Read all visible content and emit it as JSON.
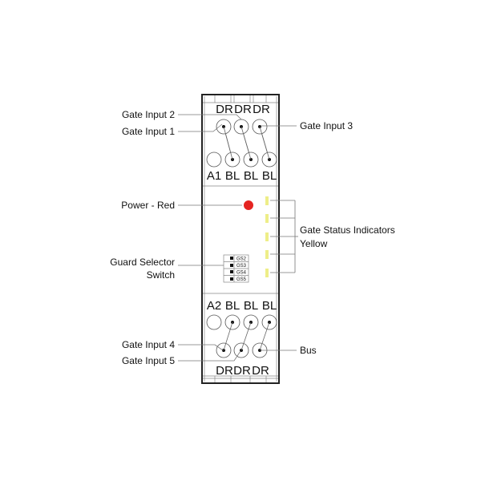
{
  "callouts": {
    "gate_input_2": "Gate Input 2",
    "gate_input_1": "Gate Input 1",
    "gate_input_3": "Gate Input 3",
    "power": "Power - Red",
    "guard_selector_line1": "Guard Selector",
    "guard_selector_line2": "Switch",
    "gate_status_line1": "Gate Status Indicators",
    "gate_status_line2": "Yellow",
    "gate_input_4": "Gate Input 4",
    "gate_input_5": "Gate Input 5",
    "bus": "Bus"
  },
  "top_terminals": {
    "upper": [
      "DR",
      "DR",
      "DR"
    ],
    "lower": [
      "A1",
      "BL",
      "BL",
      "BL"
    ]
  },
  "bottom_terminals": {
    "upper": [
      "A2",
      "BL",
      "BL",
      "BL"
    ],
    "lower": [
      "DR",
      "DR",
      "DR"
    ]
  },
  "guard_switch": [
    "GS2",
    "GS3",
    "GS4",
    "GS5"
  ],
  "colors": {
    "power_led": "#e52421",
    "status_led": "#eeee88"
  }
}
